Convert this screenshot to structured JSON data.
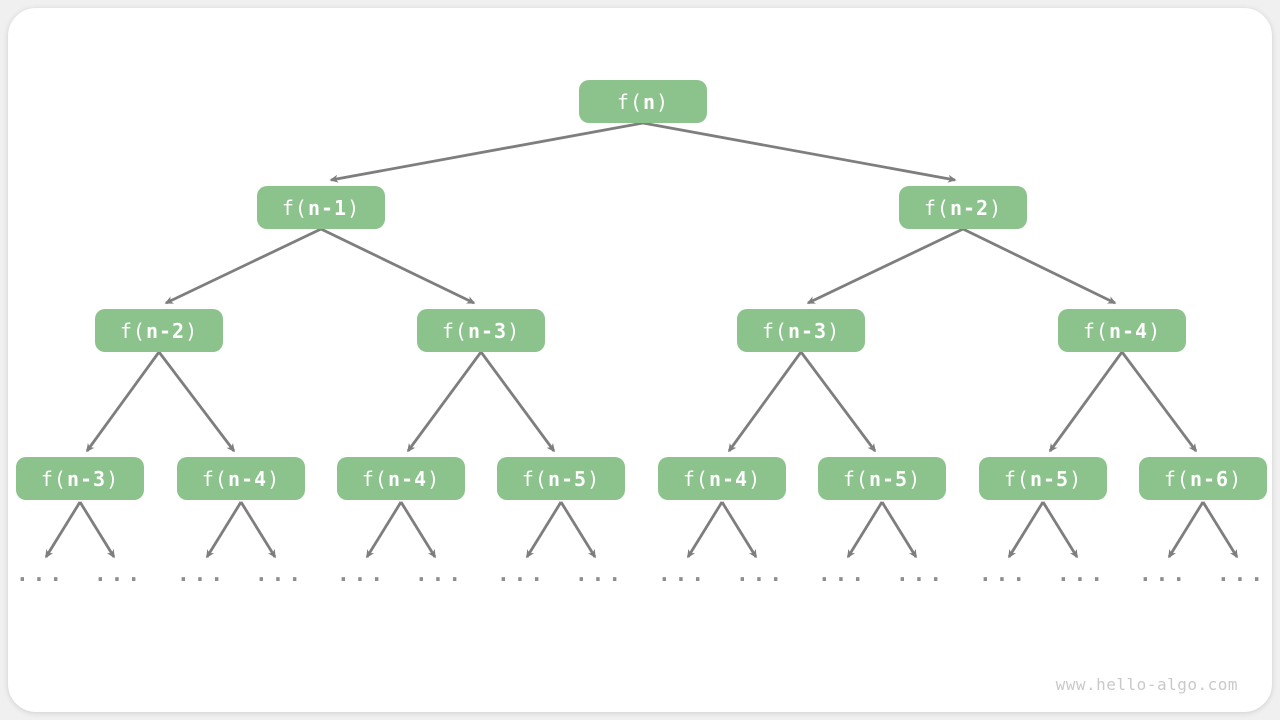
{
  "colors": {
    "page_bg": "#f0f0f0",
    "card_bg": "#ffffff",
    "node_fill": "#8cc38d",
    "node_text": "#ffffff",
    "edge": "#7e7e7e",
    "ellipsis": "#8e8e8e",
    "watermark": "#c9c9c9"
  },
  "ellipsis": "...",
  "watermark": "www.hello-algo.com",
  "tree": {
    "description": "recursion-tree",
    "levels": [
      {
        "nodes": [
          {
            "pre": "f(",
            "arg": "n",
            "post": ")"
          }
        ]
      },
      {
        "nodes": [
          {
            "pre": "f(",
            "arg": "n-1",
            "post": ")"
          },
          {
            "pre": "f(",
            "arg": "n-2",
            "post": ")"
          }
        ]
      },
      {
        "nodes": [
          {
            "pre": "f(",
            "arg": "n-2",
            "post": ")"
          },
          {
            "pre": "f(",
            "arg": "n-3",
            "post": ")"
          },
          {
            "pre": "f(",
            "arg": "n-3",
            "post": ")"
          },
          {
            "pre": "f(",
            "arg": "n-4",
            "post": ")"
          }
        ]
      },
      {
        "nodes": [
          {
            "pre": "f(",
            "arg": "n-3",
            "post": ")"
          },
          {
            "pre": "f(",
            "arg": "n-4",
            "post": ")"
          },
          {
            "pre": "f(",
            "arg": "n-4",
            "post": ")"
          },
          {
            "pre": "f(",
            "arg": "n-5",
            "post": ")"
          },
          {
            "pre": "f(",
            "arg": "n-4",
            "post": ")"
          },
          {
            "pre": "f(",
            "arg": "n-5",
            "post": ")"
          },
          {
            "pre": "f(",
            "arg": "n-5",
            "post": ")"
          },
          {
            "pre": "f(",
            "arg": "n-6",
            "post": ")"
          }
        ]
      }
    ]
  }
}
